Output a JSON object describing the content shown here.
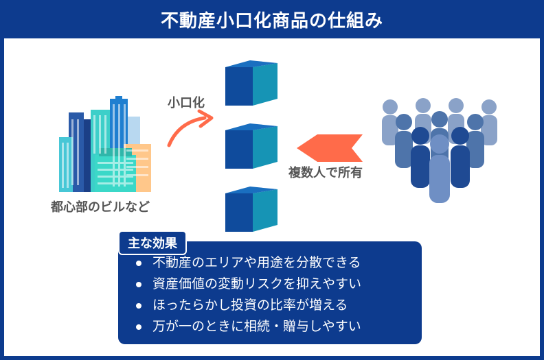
{
  "title": "不動産小口化商品の仕組み",
  "building_label": "都心部のビルなど",
  "split_label": "小口化",
  "ownership_label": "複数人で所有",
  "effects": {
    "heading": "主な効果",
    "items": [
      "不動産のエリアや用途を分散できる",
      "資産価値の変動リスクを抑えやすい",
      "ほったらかし投資の比率が増える",
      "万が一のときに相続・贈与しやすい"
    ]
  },
  "colors": {
    "navy": "#0d3b8e",
    "arrow": "#ff6b4a",
    "cube_front": "#0f4b9c",
    "cube_side": "#1694b5",
    "cube_top": "#1a6fc0",
    "people": "#5b7fb3"
  },
  "icons": [
    "building-icon",
    "cube-icon",
    "curved-arrow-icon",
    "flag-arrow-icon",
    "people-group-icon"
  ]
}
